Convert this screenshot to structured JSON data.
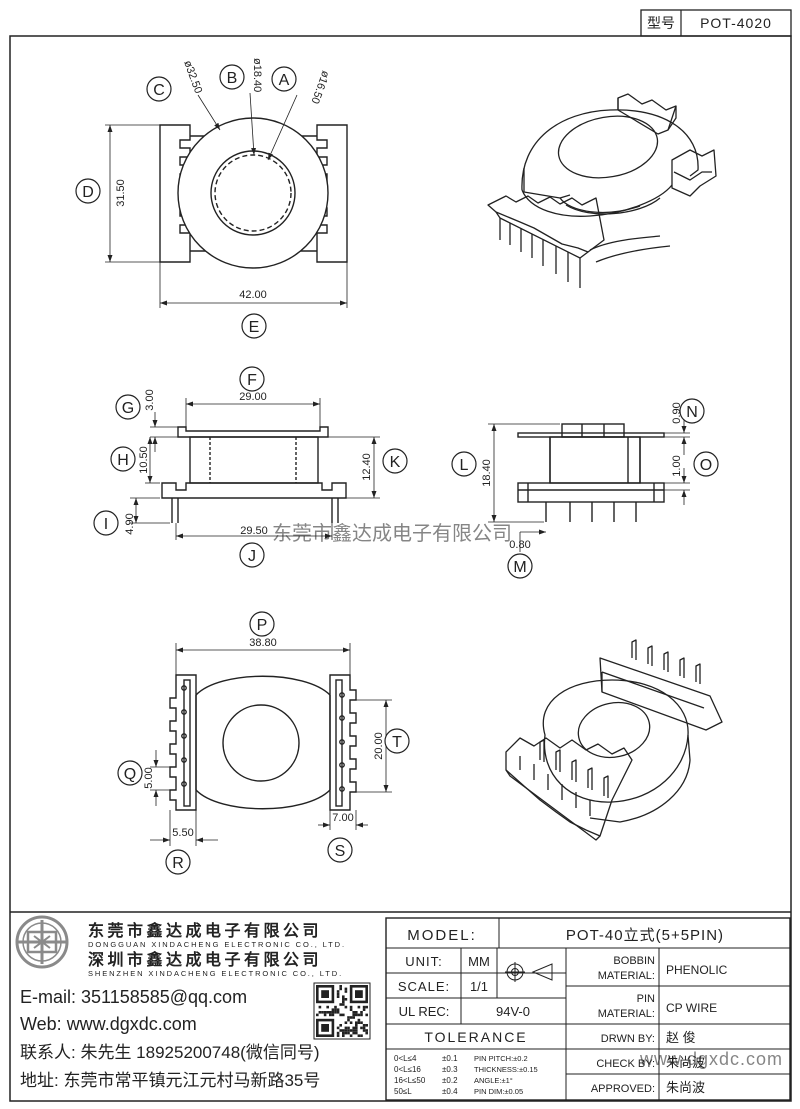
{
  "header": {
    "type_label": "型号",
    "part_no": "POT-4020"
  },
  "dims": {
    "c": "ø32.50",
    "b": "ø18.40",
    "a": "ø16.50",
    "d": "31.50",
    "e": "42.00",
    "f": "29.00",
    "g": "3.00",
    "h": "10.50",
    "k": "12.40",
    "i": "4.90",
    "j": "29.50",
    "n": "0.90",
    "o": "1.00",
    "l": "18.40",
    "m": "0.80",
    "p": "38.80",
    "t": "20.00",
    "q": "5.00",
    "r": "5.50",
    "s": "7.00"
  },
  "letters": [
    "A",
    "B",
    "C",
    "D",
    "E",
    "F",
    "G",
    "H",
    "I",
    "J",
    "K",
    "L",
    "M",
    "N",
    "O",
    "P",
    "Q",
    "R",
    "S",
    "T"
  ],
  "watermark": "东莞市鑫达成电子有限公司",
  "watermark2": "www.dgxdc.com",
  "company": {
    "name_cn1": "东莞市鑫达成电子有限公司",
    "name_en1": "DONGGUAN XINDACHENG ELECTRONIC CO., LTD.",
    "name_cn2": "深圳市鑫达成电子有限公司",
    "name_en2": "SHENZHEN XINDACHENG ELECTRONIC CO., LTD.",
    "email": "E-mail: 351158585@qq.com",
    "web": "Web: www.dgxdc.com",
    "contact": "联系人: 朱先生 18925200748(微信同号)",
    "address": "地址: 东莞市常平镇元江元村马新路35号"
  },
  "titleblock": {
    "model_label": "MODEL:",
    "model_value": "POT-40立式(5+5PIN)",
    "unit_label": "UNIT:",
    "unit_value": "MM",
    "scale_label": "SCALE:",
    "scale_value": "1/1",
    "ul_label": "UL REC:",
    "ul_value": "94V-0",
    "tolerance_label": "TOLERANCE",
    "bobbin_label1": "BOBBIN",
    "bobbin_label2": "MATERIAL:",
    "bobbin_value": "PHENOLIC",
    "pin_label1": "PIN",
    "pin_label2": "MATERIAL:",
    "pin_value": "CP WIRE",
    "drwn_label": "DRWN BY:",
    "drwn_value": "赵  俊",
    "check_label": "CHECK BY:",
    "check_value": "朱尚波",
    "approved_label": "APPROVED:",
    "approved_value": "朱尚波",
    "tol": [
      [
        "0<L≤4",
        "±0.1",
        "PIN PITCH:±0.2"
      ],
      [
        "0<L≤16",
        "±0.3",
        "THICKNESS:±0.15"
      ],
      [
        "16<L≤50",
        "±0.2",
        "ANGLE:±1°"
      ],
      [
        "50≤L",
        "±0.4",
        "PIN DIM:±0.05"
      ]
    ]
  }
}
